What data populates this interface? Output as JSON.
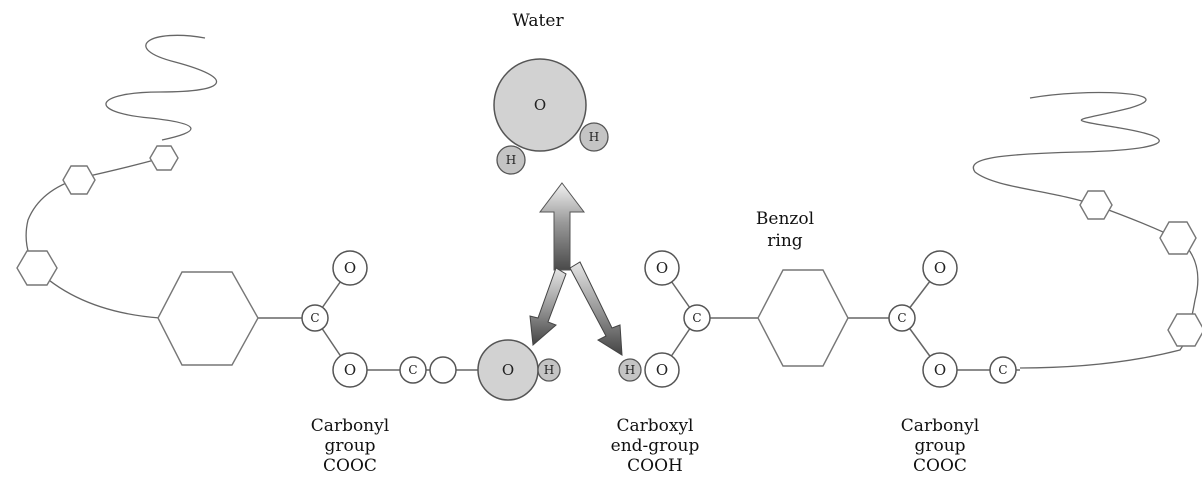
{
  "labels": {
    "water": "Water",
    "benzol_line1": "Benzol",
    "benzol_line2": "ring",
    "carbonyl_left_line1": "Carbonyl",
    "carbonyl_left_line2": "group",
    "carbonyl_left_line3": "COOC",
    "carboxyl_line1": "Carboxyl",
    "carboxyl_line2": "end-group",
    "carboxyl_line3": "COOH",
    "carbonyl_right_line1": "Carbonyl",
    "carbonyl_right_line2": "group",
    "carbonyl_right_line3": "COOC"
  },
  "atoms": {
    "oxygen": "O",
    "carbon": "C",
    "hydrogen": "H"
  },
  "colors": {
    "grey_atom": "#d2d2d2",
    "hydrogen_atom": "#c4c4c4",
    "arrow_dark": "#4a4a4a",
    "arrow_light": "#f2f2f2",
    "line": "#666666"
  }
}
